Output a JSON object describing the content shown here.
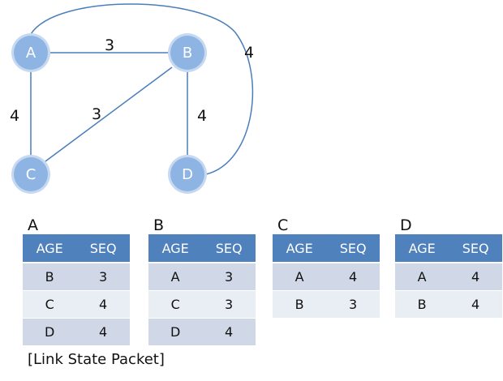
{
  "graph": {
    "nodes": [
      {
        "id": "A",
        "label": "A"
      },
      {
        "id": "B",
        "label": "B"
      },
      {
        "id": "C",
        "label": "C"
      },
      {
        "id": "D",
        "label": "D"
      }
    ],
    "edges": [
      {
        "from": "A",
        "to": "B",
        "weight": "3"
      },
      {
        "from": "A",
        "to": "C",
        "weight": "4"
      },
      {
        "from": "B",
        "to": "C",
        "weight": "3"
      },
      {
        "from": "B",
        "to": "D",
        "weight": "4"
      },
      {
        "from": "A",
        "to": "D",
        "weight": "4"
      }
    ],
    "colors": {
      "node_fill": "#8eb4e3",
      "node_ring": "#c6d9f1",
      "edge": "#4a7ebb",
      "table_header": "#4f81bd",
      "table_row_odd": "#d0d8e8",
      "table_row_even": "#e9edf4"
    }
  },
  "packets": [
    {
      "title": "A",
      "columns": [
        "AGE",
        "SEQ"
      ],
      "rows": [
        [
          "B",
          "3"
        ],
        [
          "C",
          "4"
        ],
        [
          "D",
          "4"
        ]
      ]
    },
    {
      "title": "B",
      "columns": [
        "AGE",
        "SEQ"
      ],
      "rows": [
        [
          "A",
          "3"
        ],
        [
          "C",
          "3"
        ],
        [
          "D",
          "4"
        ]
      ]
    },
    {
      "title": "C",
      "columns": [
        "AGE",
        "SEQ"
      ],
      "rows": [
        [
          "A",
          "4"
        ],
        [
          "B",
          "3"
        ]
      ]
    },
    {
      "title": "D",
      "columns": [
        "AGE",
        "SEQ"
      ],
      "rows": [
        [
          "A",
          "4"
        ],
        [
          "B",
          "4"
        ]
      ]
    }
  ],
  "caption": "[Link State Packet]"
}
